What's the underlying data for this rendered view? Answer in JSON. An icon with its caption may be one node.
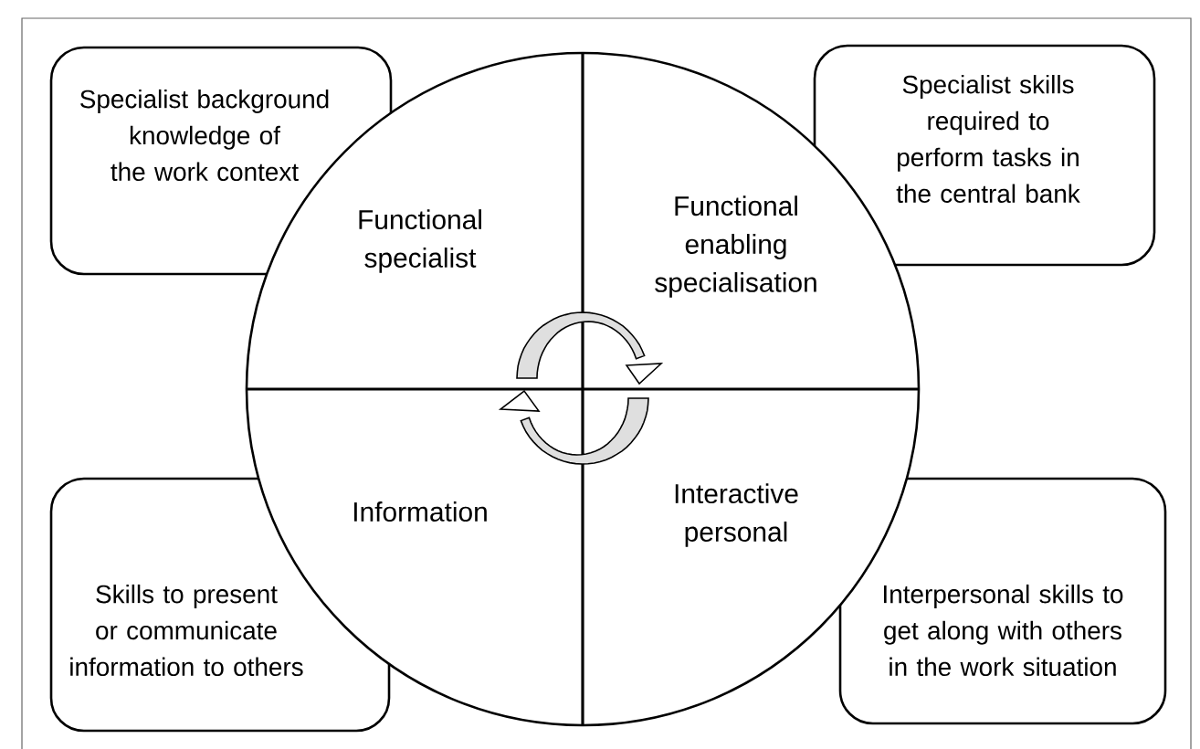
{
  "diagram": {
    "nodes": [
      {
        "text": [
          "Specialist background knowledge of the work context"
        ]
      },
      {
        "text": [
          "Specialist skills required to perform tasks in the central bank"
        ]
      },
      {
        "text": [],
        "shape": "circle"
      },
      {
        "text": [
          "Functional specialist"
        ],
        "in": 2
      },
      {
        "text": [
          "Functional enabling specialisation"
        ],
        "in": 2
      },
      {
        "text": [
          "Information"
        ],
        "in": 2
      },
      {
        "text": [
          "Interactive personal"
        ],
        "in": 2
      },
      {
        "text": [
          "Skills to present or communicate information to others"
        ]
      },
      {
        "text": [
          "Interpersonal skills to get along with others in the work situation"
        ]
      }
    ]
  }
}
